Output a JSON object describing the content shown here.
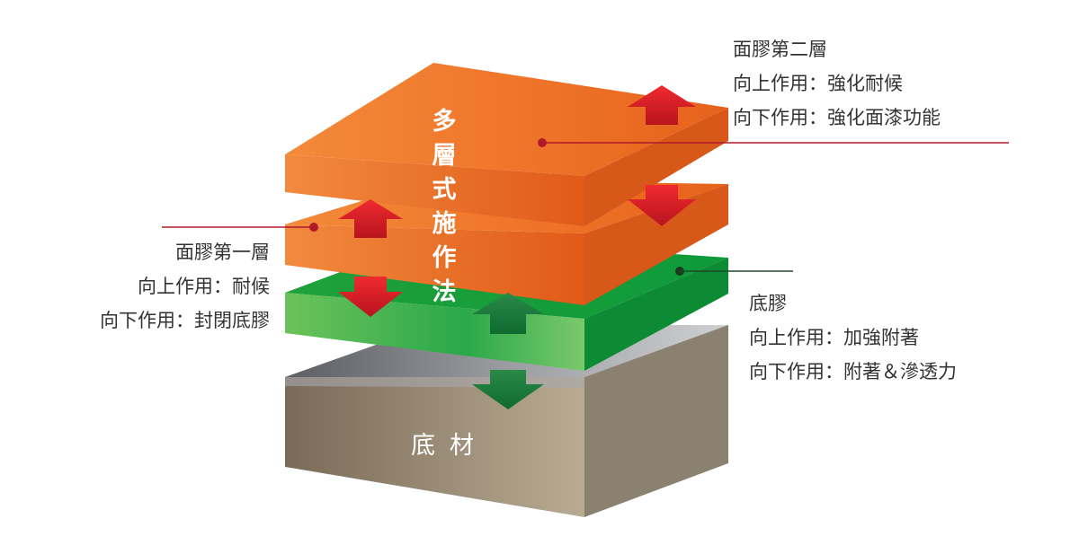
{
  "colors": {
    "top_coat": "#f07a2a",
    "top_coat_side": "#e0661e",
    "primer": "#33b04e",
    "primer_side": "#1f9a3a",
    "substrate_top": "#8a8c90",
    "substrate_side": "#8a7c68",
    "arrow_red": "#d81e2a",
    "arrow_green": "#1f7a3a",
    "leader_red": "#b01a2a",
    "leader_green": "#1a4a2a"
  },
  "title_vertical": [
    "多",
    "層",
    "式",
    "施",
    "作",
    "法"
  ],
  "substrate_label": "底材",
  "layers": {
    "top_coat_2": {
      "name": "面膠第二層",
      "up": "向上作用：強化耐候",
      "down": "向下作用：強化面漆功能"
    },
    "top_coat_1": {
      "name": "面膠第一層",
      "up": "向上作用：耐候",
      "down": "向下作用：封閉底膠"
    },
    "primer": {
      "name": "底膠",
      "up": "向上作用：加強附著",
      "down": "向下作用：附著＆滲透力"
    }
  }
}
